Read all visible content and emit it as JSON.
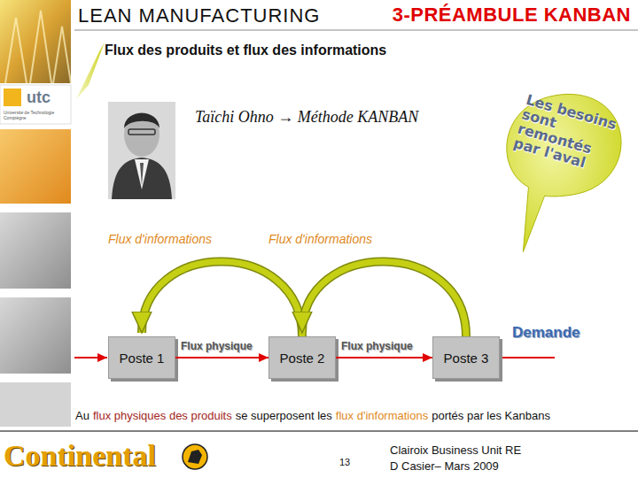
{
  "diagram": {
    "title": "3-PRÉAMBULE KANBAN",
    "nodes": [
      {
        "text": [
          "Les besoins sont remontés par l'aval"
        ]
      },
      {
        "text": [
          "Poste 1"
        ]
      },
      {
        "text": [
          "Poste 2"
        ]
      },
      {
        "text": [
          "Poste 3"
        ]
      }
    ],
    "edges": [
      {
        "from": 1,
        "to": 2,
        "label": "Flux physique",
        "arrow": "to"
      },
      {
        "from": 2,
        "to": 3,
        "label": "Flux physique",
        "arrow": "to"
      },
      {
        "from": 2,
        "to": 1,
        "label": "Flux d'informations",
        "arrow": "to"
      },
      {
        "from": 3,
        "to": 2,
        "label": "Flux d'informations",
        "arrow": "to"
      }
    ],
    "labels": [
      "LEAN MANUFACTURING",
      "Flux des produits et flux des informations",
      "Taïchi Ohno → Méthode KANBAN",
      "Demande",
      "Au",
      "flux physiques des produits",
      "se superposent les",
      "flux d'informations",
      "portés par les Kanbans",
      "utc",
      "Université de Technologie Compiègne",
      "Continental",
      "13",
      "Clairoix Business Unit RE",
      "D Casier– Mars 2009"
    ]
  }
}
